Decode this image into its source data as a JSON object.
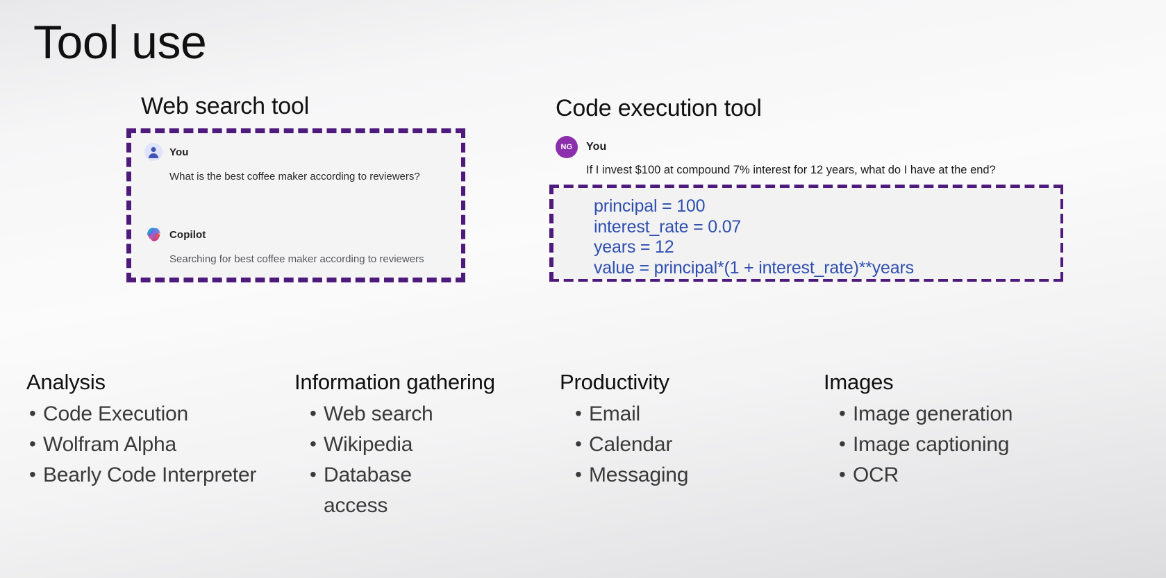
{
  "slide": {
    "title": "Tool use"
  },
  "web_search": {
    "heading": "Web search tool",
    "messages": [
      {
        "avatar": "person-avatar-icon",
        "name": "You",
        "text": "What is the best coffee maker according to reviewers?"
      },
      {
        "avatar": "copilot-logo-icon",
        "name": "Copilot",
        "text": "Searching for best coffee maker according to reviewers"
      }
    ]
  },
  "code_execution": {
    "heading": "Code execution tool",
    "avatar_initials": "NG",
    "user_name": "You",
    "prompt": "If I invest $100 at compound 7% interest for 12 years, what do I have at the end?",
    "code_lines": [
      "principal = 100",
      "interest_rate = 0.07",
      "years = 12",
      "value = principal*(1 + interest_rate)**years"
    ]
  },
  "categories": [
    {
      "title": "Analysis",
      "items": [
        "Code Execution",
        "Wolfram Alpha",
        "Bearly Code Interpreter"
      ]
    },
    {
      "title": "Information gathering",
      "items": [
        "Web search",
        "Wikipedia",
        "Database access"
      ]
    },
    {
      "title": "Productivity",
      "items": [
        "Email",
        "Calendar",
        "Messaging"
      ]
    },
    {
      "title": "Images",
      "items": [
        "Image generation",
        "Image captioning",
        "OCR"
      ]
    }
  ],
  "colors": {
    "dashed_border": "#4e1b7d",
    "code_text": "#2f4fb0",
    "ng_avatar": "#8b2fac",
    "card_background": "#f4f4f5"
  }
}
